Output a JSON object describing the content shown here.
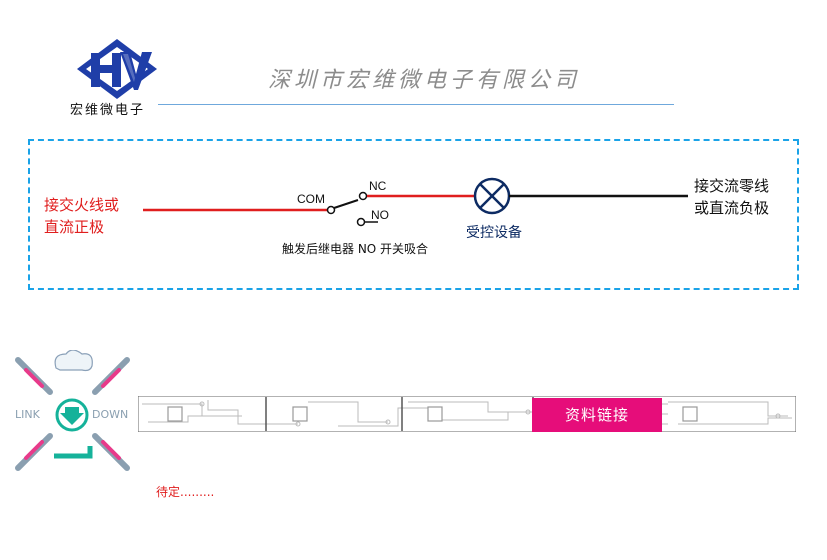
{
  "header": {
    "logo_caption": "宏维微电子",
    "company_name": "深圳市宏维微电子有限公司",
    "logo_icon": "hv-logo-icon",
    "accent_blue": "#1f3ea8",
    "rule_color": "#6fa8dc"
  },
  "diagram": {
    "left_terminal": [
      "接交火线或",
      "直流正极"
    ],
    "right_terminal": [
      "接交流零线",
      "或直流负极"
    ],
    "com_label": "COM",
    "nc_label": "NC",
    "no_label": "NO",
    "relay_caption": "触发后继电器 NO 开关吸合",
    "load_label": "受控设备",
    "load_icon": "lamp-icon",
    "frame_color": "#1aa3e8",
    "live_wire_color": "#e01e1e",
    "neutral_wire_color": "#111111"
  },
  "download": {
    "icon": "link-download-icon",
    "link_text": "LINK",
    "down_text": "DOWN",
    "button_label": "资料链接",
    "button_color": "#e60d7a",
    "pending_text": "待定........."
  }
}
